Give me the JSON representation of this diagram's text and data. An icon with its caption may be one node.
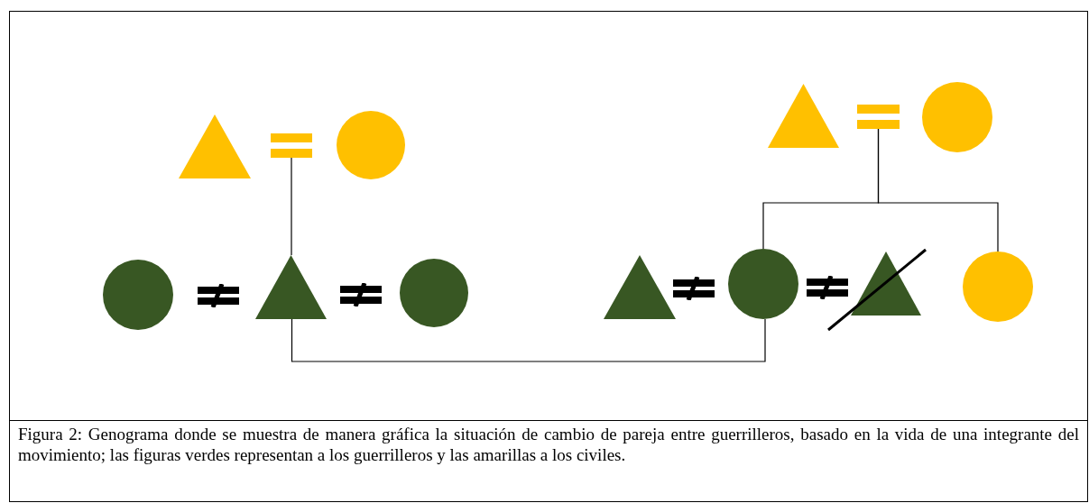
{
  "diagram": {
    "caption": "Figura 2: Genograma donde se muestra de manera gráfica la situación de cambio de pareja entre guerrilleros, basado en la vida de una integrante del movimiento; las figuras verdes representan a los guerrilleros y las amarillas a los civiles.",
    "nodes": [
      {
        "text": [],
        "shape": "triangle"
      },
      {
        "text": [],
        "shape": "equals"
      },
      {
        "text": [],
        "shape": "circle"
      },
      {
        "text": [],
        "shape": "triangle"
      },
      {
        "text": [],
        "shape": "equals"
      },
      {
        "text": [],
        "shape": "circle"
      },
      {
        "text": [],
        "shape": "circle"
      },
      {
        "text": [],
        "shape": "triangle"
      },
      {
        "text": [],
        "shape": "circle"
      },
      {
        "text": [],
        "shape": "triangle"
      },
      {
        "text": [],
        "shape": "circle"
      },
      {
        "text": [],
        "shape": "triangle"
      },
      {
        "text": [],
        "shape": "circle"
      }
    ],
    "edges": [
      {
        "from": 1,
        "to": 7,
        "arrow": "none"
      },
      {
        "from": 4,
        "to": 10,
        "arrow": "none"
      },
      {
        "from": 4,
        "to": 12,
        "arrow": "none"
      },
      {
        "from": 7,
        "to": 10,
        "arrow": "none"
      }
    ]
  }
}
